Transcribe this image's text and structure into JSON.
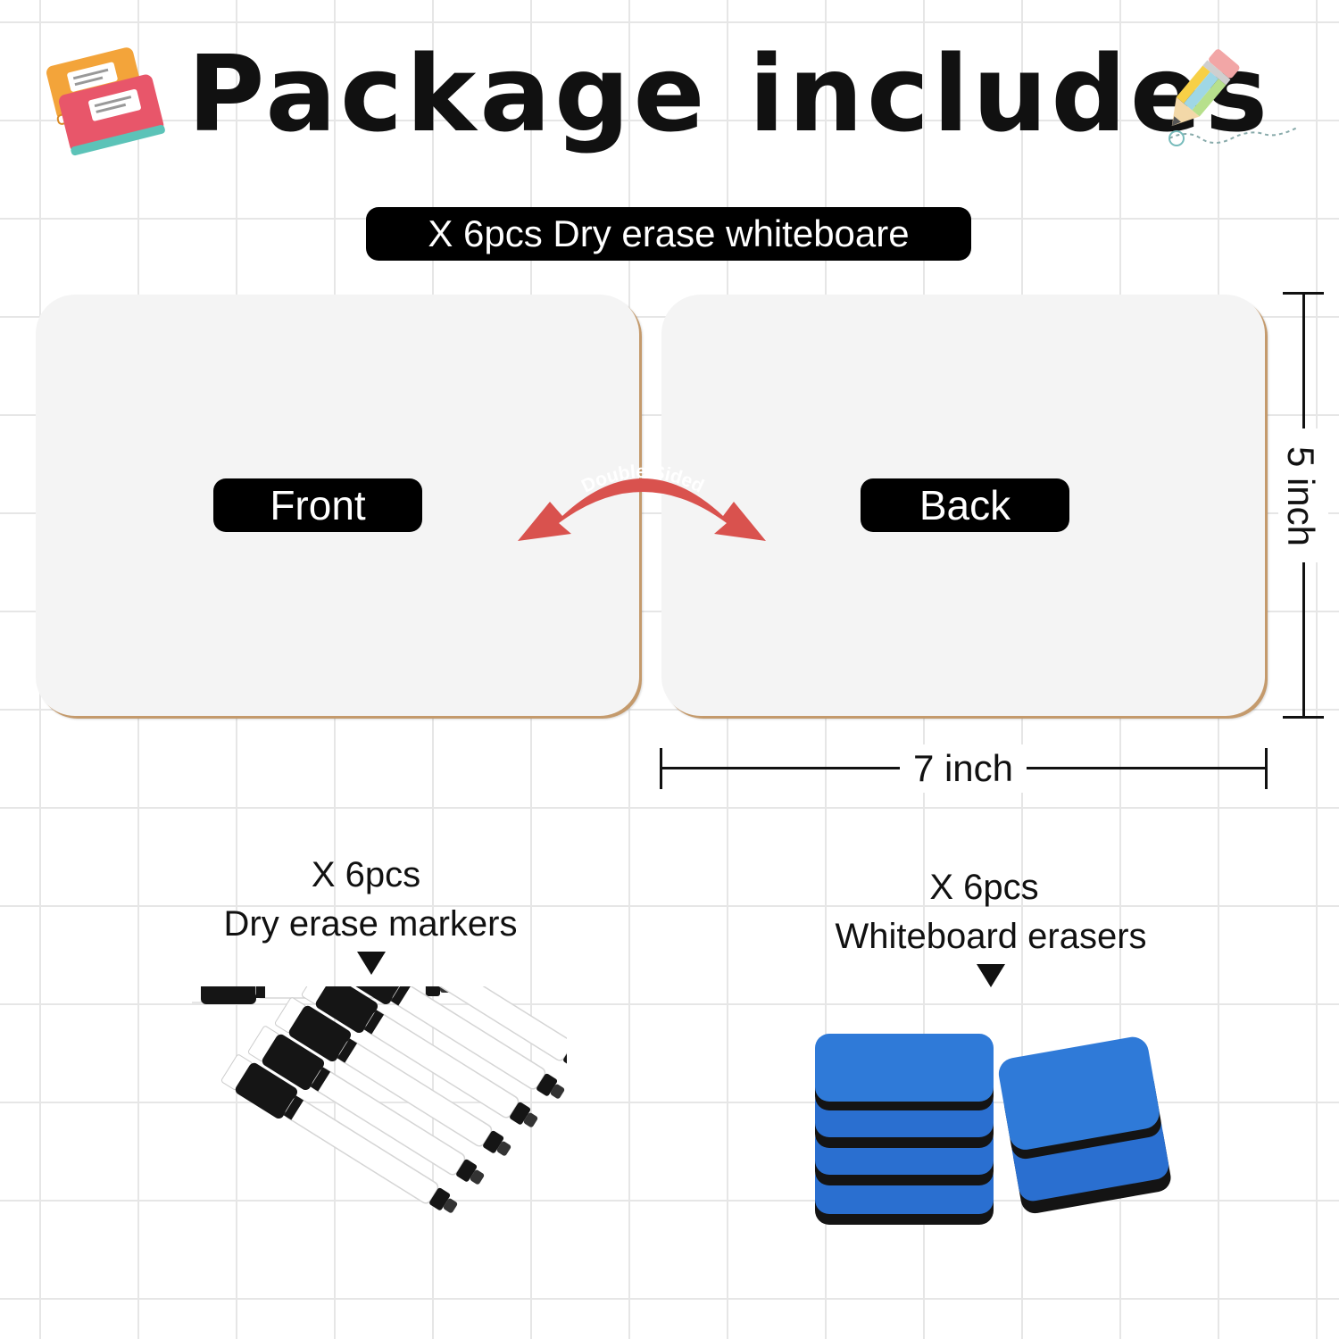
{
  "title": "Package includes",
  "boards": {
    "label": "X 6pcs Dry erase whiteboare",
    "front_label": "Front",
    "back_label": "Back",
    "double_sided_label": "Double Sided",
    "width_label": "7 inch",
    "height_label": "5 inch"
  },
  "markers": {
    "count_label": "X 6pcs",
    "name_label": "Dry erase markers"
  },
  "erasers": {
    "count_label": "X 6pcs",
    "name_label": "Whiteboard erasers"
  },
  "colors": {
    "arrow": "#d9524e",
    "eraser_blue": "#2a6fd0",
    "board_edge": "#c49a6c"
  },
  "icons": [
    "books-icon",
    "pencil-icon",
    "down-arrow-icon"
  ]
}
